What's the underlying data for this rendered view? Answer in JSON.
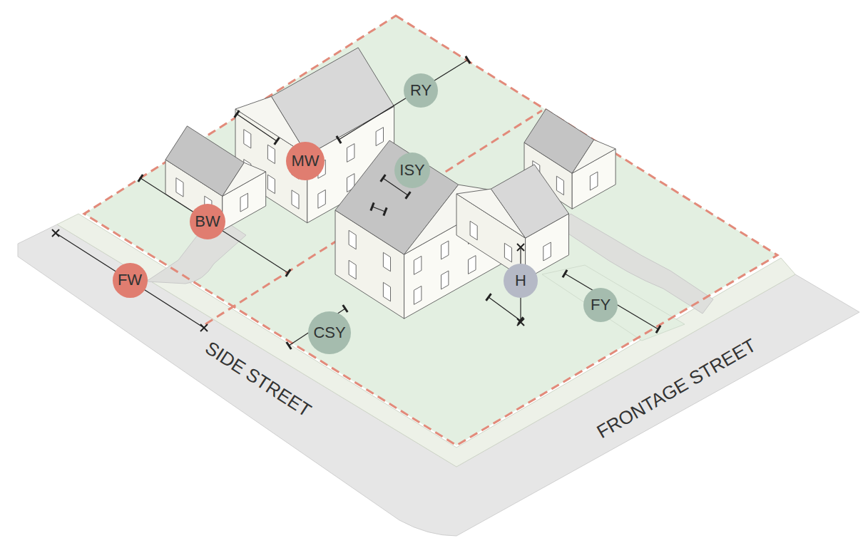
{
  "diagram": {
    "nodes": [
      {
        "text": [
          "RY"
        ]
      },
      {
        "text": [
          "MW"
        ]
      },
      {
        "text": [
          "ISY"
        ]
      },
      {
        "text": [
          "BW"
        ]
      },
      {
        "text": [
          "H"
        ]
      },
      {
        "text": [
          "FW"
        ]
      },
      {
        "text": [
          "FY"
        ]
      },
      {
        "text": [
          "CSY"
        ]
      }
    ],
    "labels": [
      "SIDE STREET",
      "FRONTAGE STREET"
    ]
  }
}
